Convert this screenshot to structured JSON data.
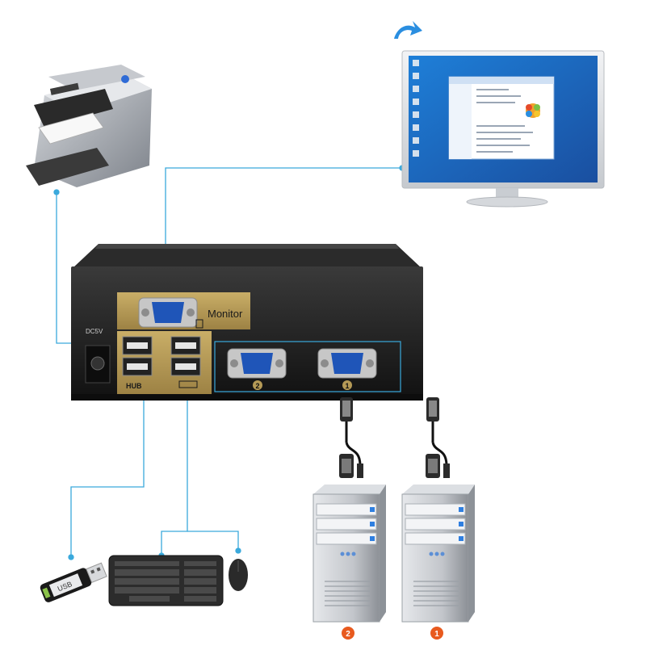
{
  "kvm": {
    "monitor_label": "Monitor",
    "dc_label": "DC5V",
    "hub_label": "HUB",
    "port1_label": "1",
    "port2_label": "2"
  },
  "usb_stick": {
    "label": "USB"
  },
  "servers": [
    {
      "badge": "2"
    },
    {
      "badge": "1"
    }
  ],
  "colors": {
    "connector_line": "#3aa9dc",
    "badge_orange": "#e85a1e",
    "port_blue": "#1f55b8",
    "gold_panel": "#b59a56",
    "kvm_body": "#1c1c1c"
  }
}
